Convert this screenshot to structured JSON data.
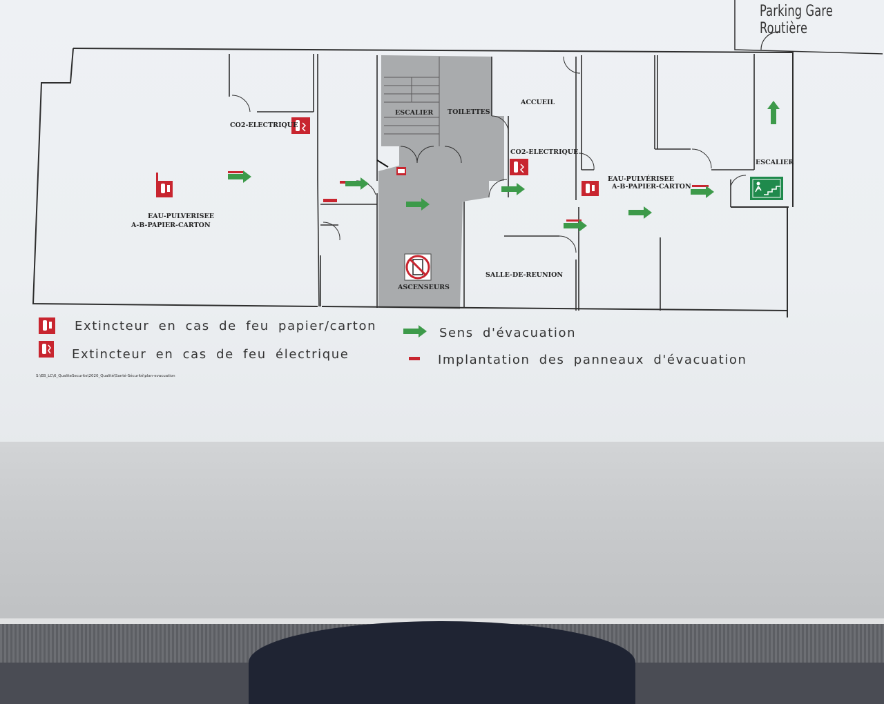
{
  "header": {
    "parking_label": "Parking Gare Routière"
  },
  "rooms": {
    "co2_electrique_1": "CO2-ELECTRIQUE",
    "eau_pulverisee_1_line1": "EAU-PULVERISEE",
    "eau_pulverisee_1_line2": "A-B-PAPIER-CARTON",
    "escalier_1": "ESCALIER",
    "toilettes": "TOILETTES",
    "accueil": "ACCUEIL",
    "co2_electrique_2": "CO2-ELECTRIQUE",
    "eau_pulverisee_2_line1": "EAU-PULVÉRISEE",
    "eau_pulverisee_2_line2": "A-B-PAPIER-CARTON",
    "escalier_2": "ESCALIER",
    "ascenseurs": "ASCENSEURS",
    "salle_de_reunion": "SALLE-DE-REUNION"
  },
  "legend": {
    "extinguisher_paper": "Extincteur en cas de feu papier/carton",
    "extinguisher_electric": "Extincteur en cas de feu électrique",
    "evacuation_direction": "Sens d'évacuation",
    "panel_placement": "Implantation des panneaux d'évacuation"
  },
  "footer": {
    "file_path": "S:\\EB_LC\\6_QualiteSecurite\\2020_Qualité\\Santé-Sécurité\\plan-evacuation"
  },
  "colors": {
    "arrow_green": "#3d9a4a",
    "extinguisher_red": "#c8252f",
    "exit_sign_green": "#1f8a4c",
    "core_gray": "#a9abad",
    "wall": "#2e2e2e"
  },
  "icons": {
    "extinguisher_paper": "fire-extinguisher-icon",
    "extinguisher_electric": "fire-extinguisher-electric-icon",
    "arrow": "evacuation-arrow-icon",
    "exit": "emergency-exit-stairs-icon",
    "no_lift": "no-elevator-in-fire-icon"
  }
}
